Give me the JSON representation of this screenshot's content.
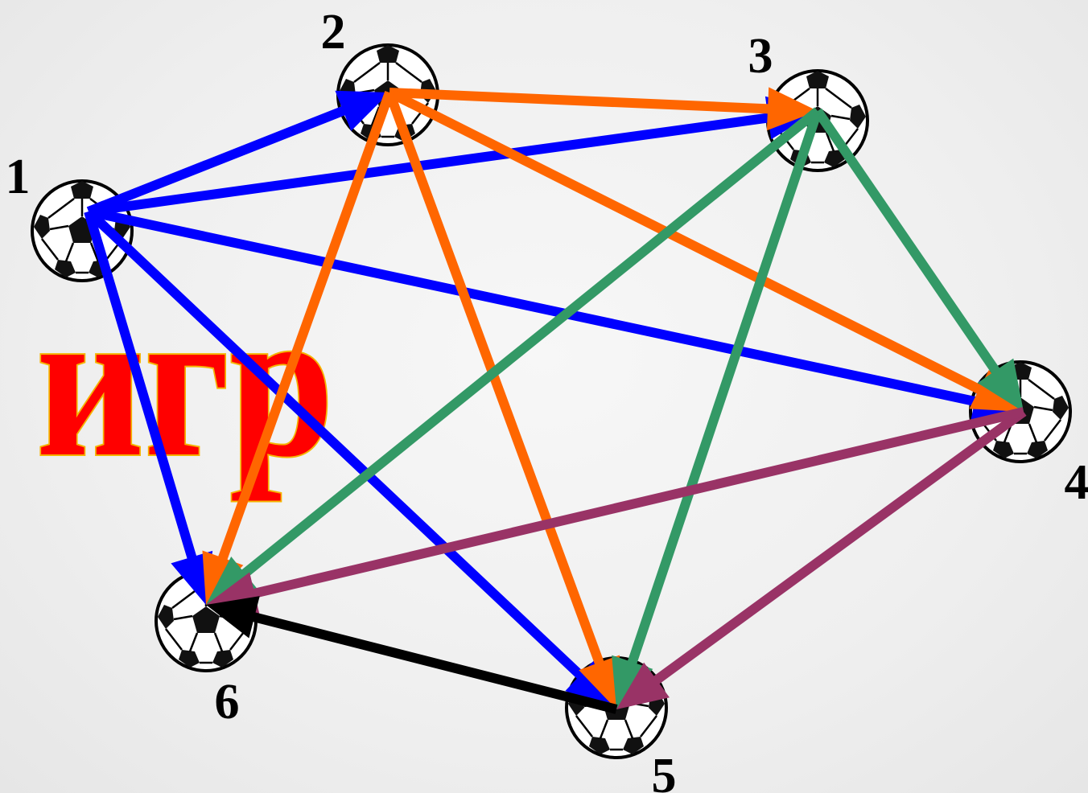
{
  "word": "игр",
  "colors": {
    "blue": "#0000ff",
    "orange": "#ff6600",
    "green": "#339966",
    "purple": "#993366",
    "black": "#000000",
    "word_fill": "#ff0000",
    "word_outline": "#f5b400"
  },
  "nodes": [
    {
      "id": "1",
      "label": "1",
      "icon": "soccer-ball-icon"
    },
    {
      "id": "2",
      "label": "2",
      "icon": "soccer-ball-icon"
    },
    {
      "id": "3",
      "label": "3",
      "icon": "soccer-ball-icon"
    },
    {
      "id": "4",
      "label": "4",
      "icon": "soccer-ball-icon"
    },
    {
      "id": "5",
      "label": "5",
      "icon": "soccer-ball-icon"
    },
    {
      "id": "6",
      "label": "6",
      "icon": "soccer-ball-icon"
    }
  ],
  "edges": [
    {
      "from": "1",
      "to": "2",
      "color": "blue"
    },
    {
      "from": "1",
      "to": "3",
      "color": "blue"
    },
    {
      "from": "1",
      "to": "4",
      "color": "blue"
    },
    {
      "from": "1",
      "to": "5",
      "color": "blue"
    },
    {
      "from": "1",
      "to": "6",
      "color": "blue"
    },
    {
      "from": "2",
      "to": "3",
      "color": "orange"
    },
    {
      "from": "2",
      "to": "4",
      "color": "orange"
    },
    {
      "from": "2",
      "to": "5",
      "color": "orange"
    },
    {
      "from": "2",
      "to": "6",
      "color": "orange"
    },
    {
      "from": "3",
      "to": "4",
      "color": "green"
    },
    {
      "from": "3",
      "to": "5",
      "color": "green"
    },
    {
      "from": "3",
      "to": "6",
      "color": "green"
    },
    {
      "from": "4",
      "to": "5",
      "color": "purple"
    },
    {
      "from": "4",
      "to": "6",
      "color": "purple"
    },
    {
      "from": "5",
      "to": "6",
      "color": "black"
    }
  ]
}
